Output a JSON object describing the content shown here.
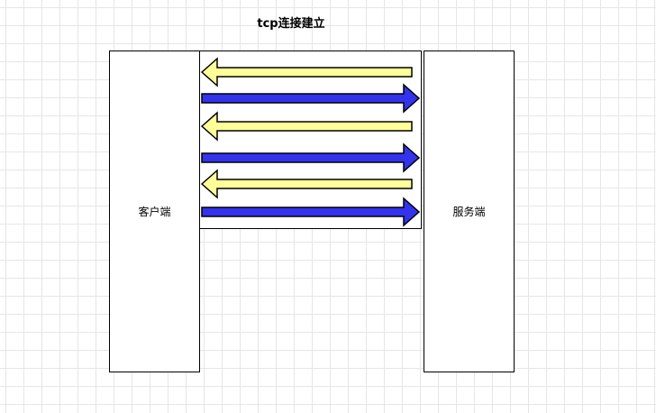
{
  "title": "tcp连接建立",
  "client_label": "客户端",
  "server_label": "服务端",
  "arrows": [
    {
      "direction": "server-to-client",
      "color": "#ffff99"
    },
    {
      "direction": "client-to-server",
      "color": "#3333ee"
    },
    {
      "direction": "server-to-client",
      "color": "#ffff99"
    },
    {
      "direction": "client-to-server",
      "color": "#3333ee"
    },
    {
      "direction": "server-to-client",
      "color": "#ffff99"
    },
    {
      "direction": "client-to-server",
      "color": "#3333ee"
    }
  ],
  "colors": {
    "left_arrow_fill": "#ffff99",
    "right_arrow_fill": "#3333ee",
    "stroke": "#000000"
  }
}
